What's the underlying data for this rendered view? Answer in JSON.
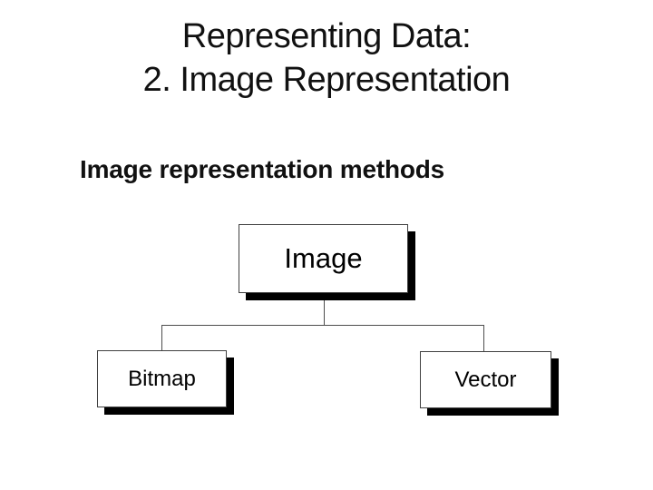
{
  "slide": {
    "title_line1": "Representing Data:",
    "title_line2": "2. Image Representation",
    "subtitle": "Image representation methods"
  },
  "diagram": {
    "type": "tree",
    "root": {
      "label": "Image"
    },
    "children": [
      {
        "label": "Bitmap"
      },
      {
        "label": "Vector"
      }
    ]
  },
  "colors": {
    "background": "#ffffff",
    "text": "#111111",
    "box_fill": "#ffffff",
    "box_border": "#404040",
    "box_shadow": "#000000",
    "connector": "#4d4d4d"
  }
}
